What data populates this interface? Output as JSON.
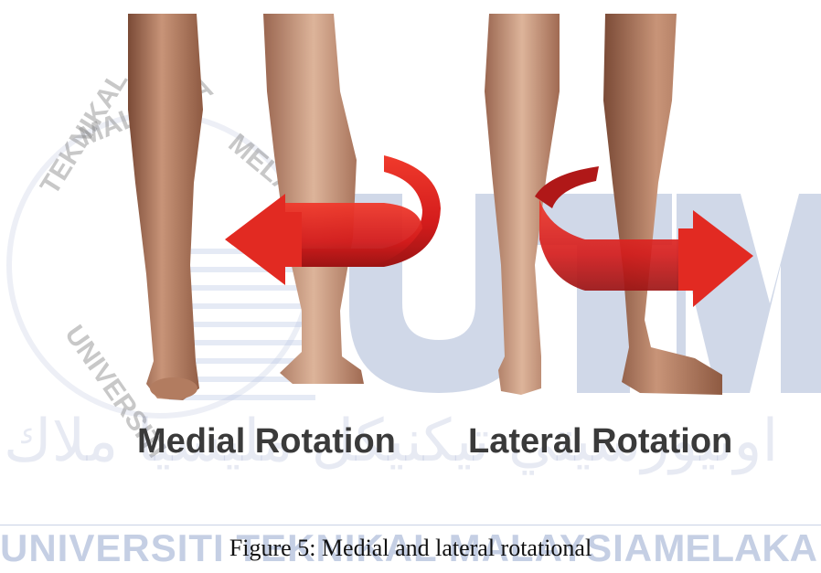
{
  "figure": {
    "labels": {
      "medial": "Medial Rotation",
      "lateral": "Lateral Rotation"
    },
    "arrow_color": "#e02424",
    "skin_color": "#c9906e"
  },
  "watermark": {
    "seal_text": "TEKNIKAL MALAYSIA MELAKA",
    "seal_university": "UNIVERSITI",
    "logo": "UTeM",
    "arabic": "اونيورسيتي تيكنيكل مليسيا ملاك",
    "university_left": "UNIVERSITI",
    "university_mid": "TEKNIKAL MALAYSIA",
    "university_right": "MELAKA",
    "color": "#96a8cd"
  },
  "caption": "Figure 5: Medial and lateral rotational"
}
